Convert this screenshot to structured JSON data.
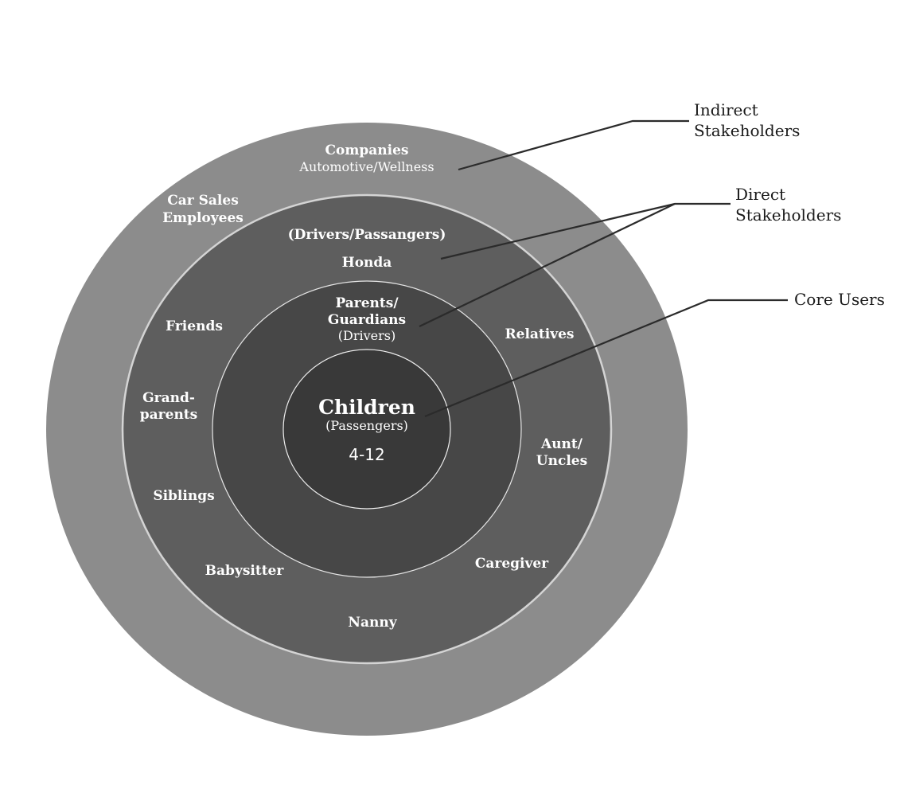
{
  "legend": {
    "indirect": [
      "Indirect",
      "Stakeholders"
    ],
    "direct": [
      "Direct",
      "Stakeholders"
    ],
    "core": "Core Users"
  },
  "outer_ring": {
    "color": "#8c8c8c",
    "companies": {
      "title": "Companies",
      "sub": "Automotive/Wellness"
    },
    "car_sales": [
      "Car Sales",
      "Employees"
    ]
  },
  "middle_ring": {
    "color": "#5e5e5e",
    "drivers_passengers": "(Drivers/Passangers)",
    "honda": "Honda",
    "friends": "Friends",
    "relatives": "Relatives",
    "grandparents": [
      "Grand-",
      "parents"
    ],
    "aunt_uncles": [
      "Aunt/",
      "Uncles"
    ],
    "siblings": "Siblings",
    "babysitter": "Babysitter",
    "caregiver": "Caregiver",
    "nanny": "Nanny"
  },
  "inner_ring": {
    "color": "#474747",
    "parents": [
      "Parents/",
      "Guardians"
    ],
    "parents_sub": "(Drivers)"
  },
  "core": {
    "color": "#393939",
    "title": "Children",
    "sub": "(Passengers)",
    "age": "4-12"
  }
}
